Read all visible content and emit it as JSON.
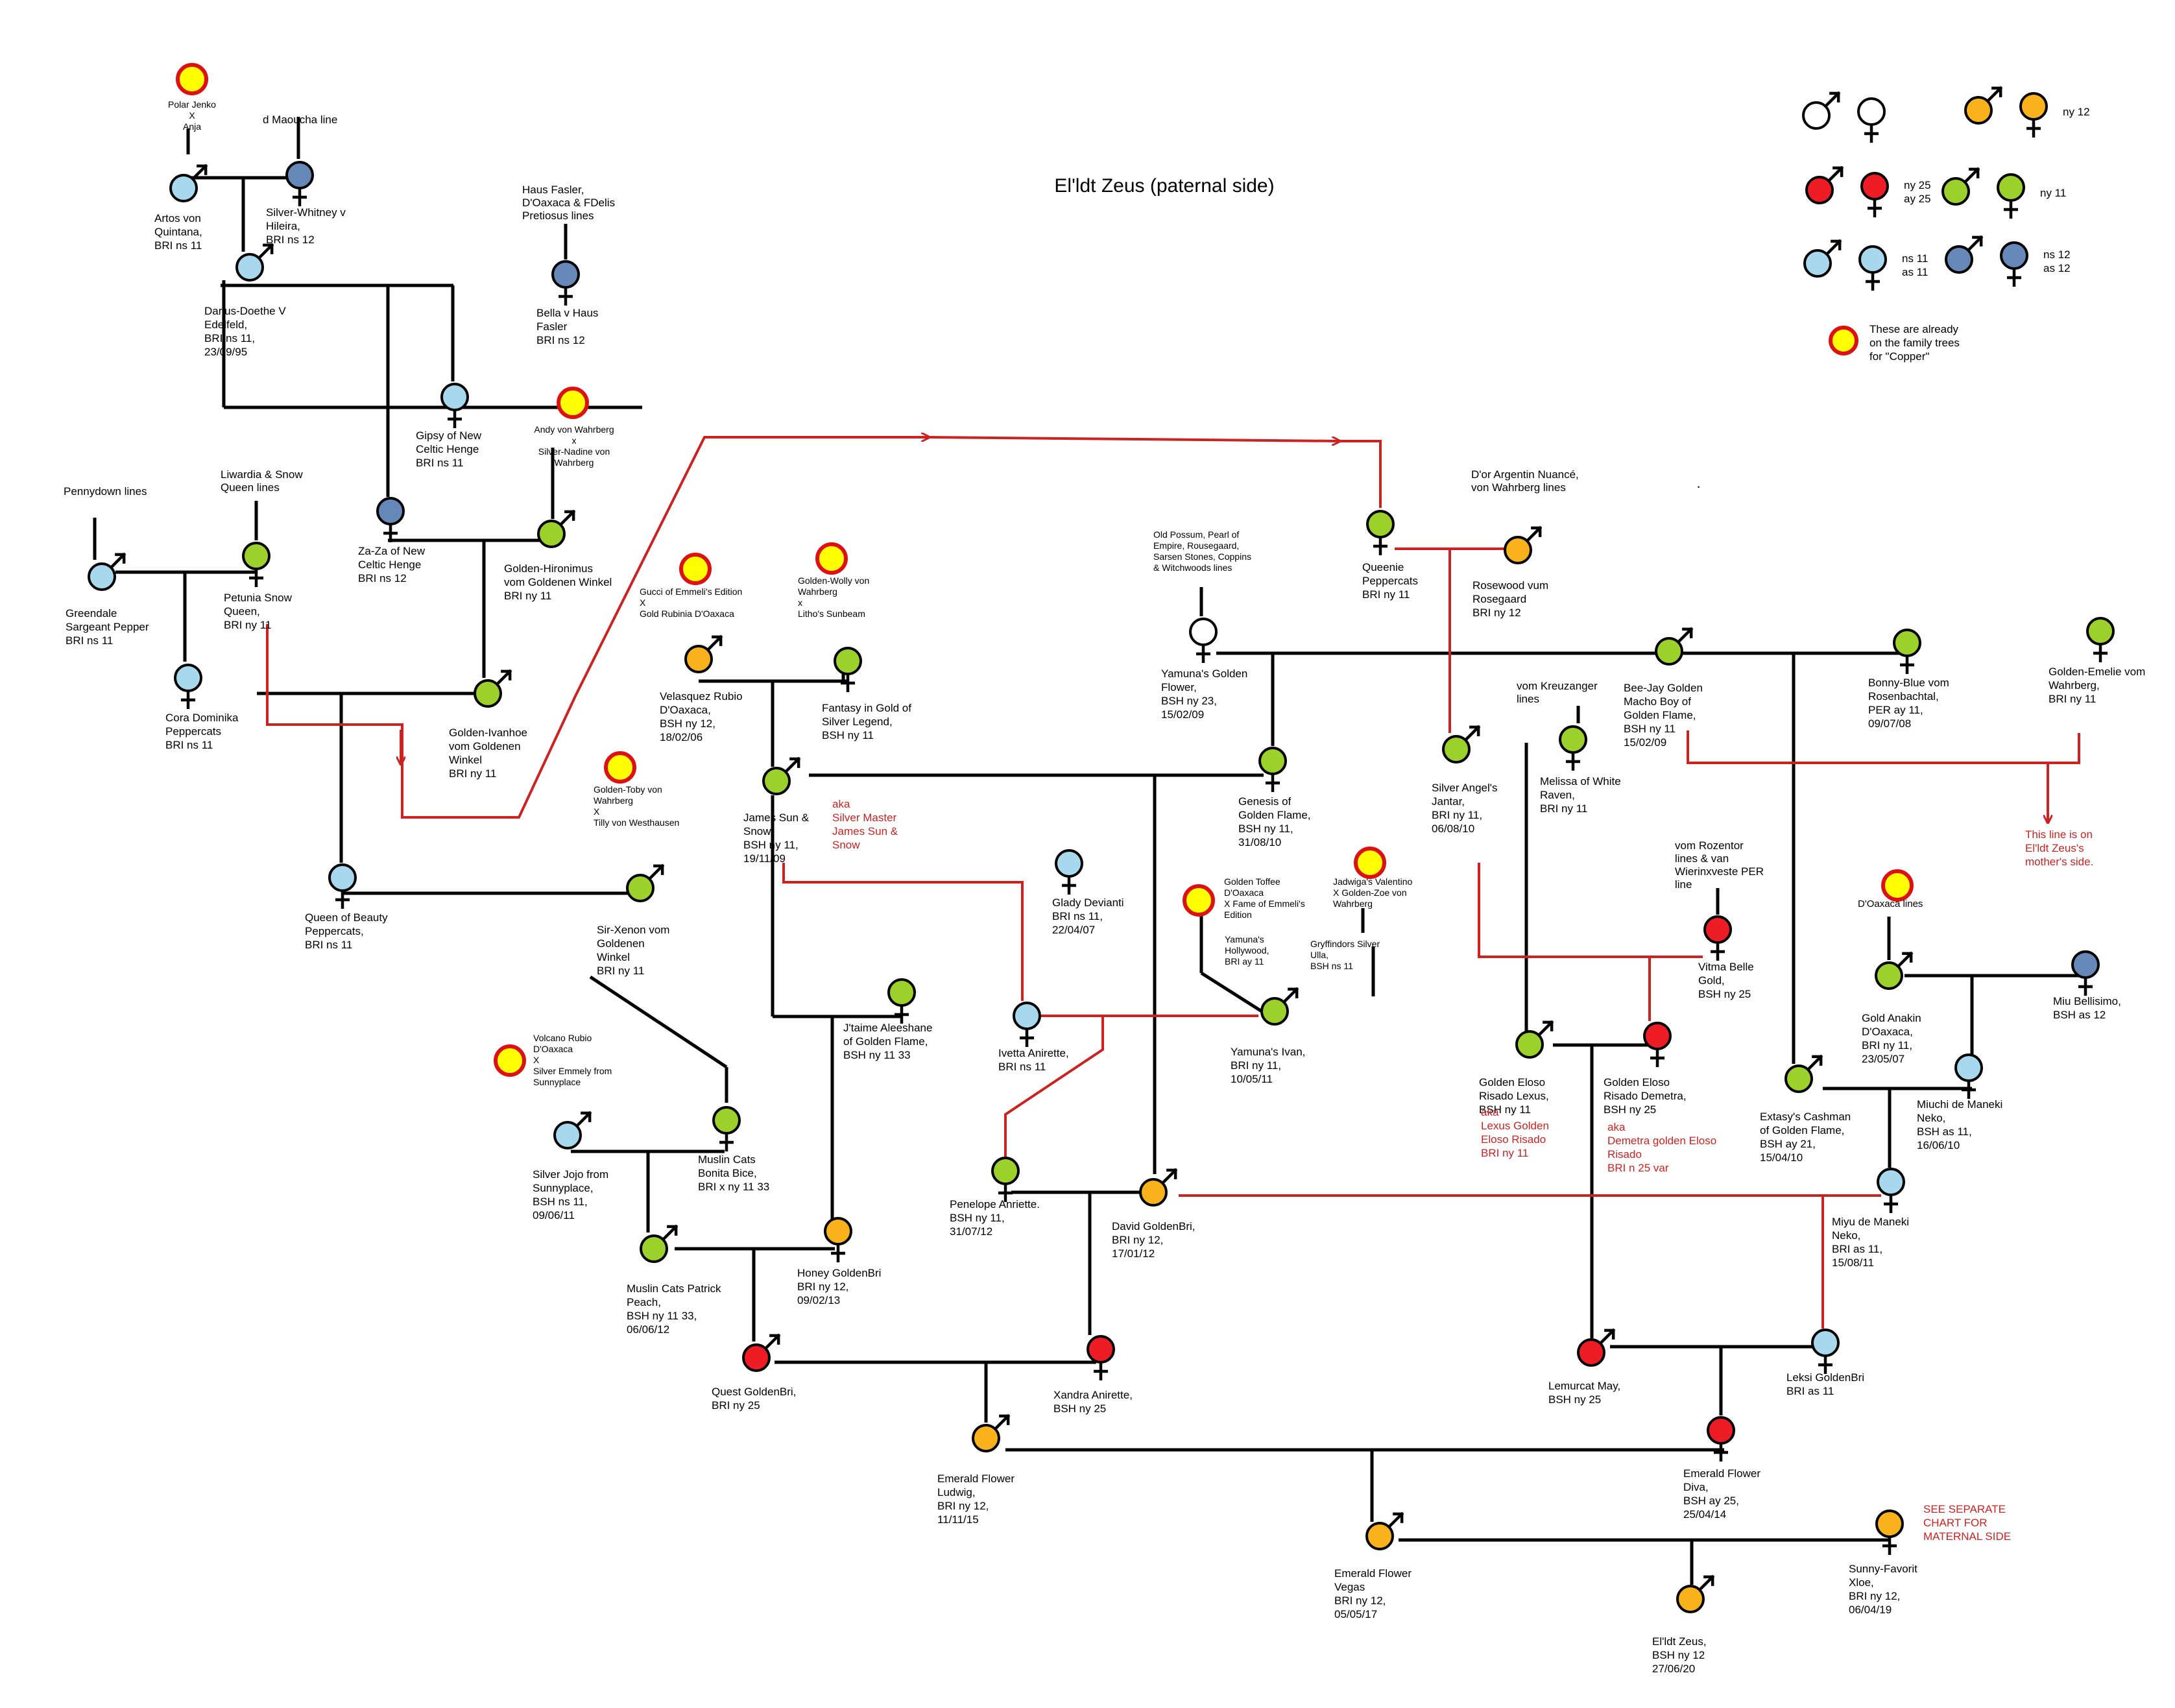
{
  "title": "El'ldt Zeus (paternal side)",
  "colors": {
    "white": "#ffffff",
    "yellow": "#ffff00",
    "orange": "#f9b21c",
    "red": "#ee1c24",
    "lightblue": "#a8d8ee",
    "blue": "#6688b8",
    "green": "#9bd12a",
    "line": "#000000",
    "annotation": "#cc2222",
    "ring": "#dd1111"
  },
  "legend": [
    {
      "color": "white",
      "male": true,
      "female": true,
      "label": []
    },
    {
      "color": "orange",
      "male": true,
      "female": true,
      "label": [
        "ny 12"
      ]
    },
    {
      "color": "red",
      "male": true,
      "female": true,
      "label": [
        "ny 25",
        "ay 25"
      ]
    },
    {
      "color": "green",
      "male": true,
      "female": true,
      "label": [
        "ny 11"
      ]
    },
    {
      "color": "lightblue",
      "male": true,
      "female": true,
      "label": [
        "ns 11",
        "as 11"
      ]
    },
    {
      "color": "blue",
      "male": true,
      "female": true,
      "label": [
        "ns 12",
        "as 12"
      ]
    }
  ],
  "legend_note": [
    "These are already",
    "on the family trees",
    "for \"Copper\""
  ],
  "people": [
    {
      "id": "artos",
      "sex": "m",
      "color": "lightblue",
      "label": [
        "Artos von",
        "Quintana,",
        "BRI ns 11"
      ]
    },
    {
      "id": "silverwhitney",
      "sex": "f",
      "color": "blue",
      "label": [
        "Silver-Whitney v",
        "Hileira,",
        "BRI ns 12"
      ]
    },
    {
      "id": "darius",
      "sex": "m",
      "color": "lightblue",
      "label": [
        "Darius-Doethe V",
        "Edelfeld,",
        "BRI ns 11,",
        "23/09/95"
      ]
    },
    {
      "id": "bella",
      "sex": "f",
      "color": "blue",
      "label": [
        "Bella v Haus",
        "Fasler",
        "BRI ns 12"
      ]
    },
    {
      "id": "gipsy",
      "sex": "f",
      "color": "lightblue",
      "label": [
        "Gipsy of New",
        "Celtic Henge",
        "BRI ns 11"
      ]
    },
    {
      "id": "zaza",
      "sex": "f",
      "color": "blue",
      "label": [
        "Za-Za of New",
        "Celtic Henge",
        "BRI ns 12"
      ]
    },
    {
      "id": "hironimus",
      "sex": "m",
      "color": "green",
      "label": [
        "Golden-Hironimus",
        "vom Goldenen Winkel",
        "BRI ny 11"
      ]
    },
    {
      "id": "greendale",
      "sex": "m",
      "color": "lightblue",
      "label": [
        "Greendale",
        "Sargeant Pepper",
        "BRI ns 11"
      ]
    },
    {
      "id": "petunia",
      "sex": "f",
      "color": "green",
      "label": [
        "Petunia Snow",
        "Queen,",
        "BRI ny 11"
      ]
    },
    {
      "id": "cora",
      "sex": "f",
      "color": "lightblue",
      "label": [
        "Cora Dominika",
        "Peppercats",
        "BRI ns 11"
      ]
    },
    {
      "id": "ivanhoe",
      "sex": "m",
      "color": "green",
      "label": [
        "Golden-Ivanhoe",
        "vom Goldenen",
        "Winkel",
        "BRI ny 11"
      ]
    },
    {
      "id": "queenbeauty",
      "sex": "f",
      "color": "lightblue",
      "label": [
        "Queen of Beauty",
        "Peppercats,",
        "BRI ns 11"
      ]
    },
    {
      "id": "sirxenon",
      "sex": "m",
      "color": "green",
      "label": [
        "Sir-Xenon vom",
        "Goldenen",
        "Winkel",
        "BRI ny 11"
      ]
    },
    {
      "id": "velasquez",
      "sex": "m",
      "color": "orange",
      "label": [
        "Velasquez Rubio",
        "D'Oaxaca,",
        "BSH ny 12,",
        "18/02/06"
      ]
    },
    {
      "id": "fantasy",
      "sex": "f",
      "color": "green",
      "label": [
        "Fantasy in Gold of",
        "Silver Legend,",
        "BSH ny 11"
      ]
    },
    {
      "id": "jamessun",
      "sex": "m",
      "color": "green",
      "label": [
        "James Sun &",
        "Snow",
        "BSH ny 11,",
        "19/11/09"
      ]
    },
    {
      "id": "glady",
      "sex": "f",
      "color": "lightblue",
      "label": [
        "Glady Devianti",
        "BRI ns 11,",
        "22/04/07"
      ]
    },
    {
      "id": "jtaime",
      "sex": "f",
      "color": "green",
      "label": [
        "J'taime Aleeshane",
        "of Golden Flame,",
        "BSH ny 11 33"
      ]
    },
    {
      "id": "ivetta",
      "sex": "f",
      "color": "lightblue",
      "label": [
        "Ivetta Anirette,",
        "BRI ns 11"
      ]
    },
    {
      "id": "yamunaivan",
      "sex": "m",
      "color": "green",
      "label": [
        "Yamuna's Ivan,",
        "BRI ny 11,",
        "10/05/11"
      ]
    },
    {
      "id": "silverjojo",
      "sex": "m",
      "color": "lightblue",
      "label": [
        "Silver Jojo from",
        "Sunnyplace,",
        "BSH ns 11,",
        "09/06/11"
      ]
    },
    {
      "id": "muslinbonita",
      "sex": "f",
      "color": "green",
      "label": [
        "Muslin Cats",
        "Bonita Bice,",
        "BRI x ny 11 33"
      ]
    },
    {
      "id": "muslinpatrick",
      "sex": "m",
      "color": "green",
      "label": [
        "Muslin Cats Patrick",
        "Peach,",
        "BSH ny 11 33,",
        "06/06/12"
      ]
    },
    {
      "id": "honey",
      "sex": "f",
      "color": "orange",
      "label": [
        "Honey GoldenBri",
        "BRI  ny 12,",
        "09/02/13"
      ]
    },
    {
      "id": "penelope",
      "sex": "f",
      "color": "green",
      "label": [
        "Penelope Anriette.",
        "BSH ny 11,",
        "31/07/12"
      ]
    },
    {
      "id": "david",
      "sex": "m",
      "color": "orange",
      "label": [
        "David GoldenBri,",
        "BRI ny 12,",
        "17/01/12"
      ]
    },
    {
      "id": "quest",
      "sex": "m",
      "color": "red",
      "label": [
        "Quest GoldenBri,",
        "BRI ny 25"
      ]
    },
    {
      "id": "xandra",
      "sex": "f",
      "color": "red",
      "label": [
        "Xandra Anirette,",
        "BSH ny 25"
      ]
    },
    {
      "id": "ludwig",
      "sex": "m",
      "color": "orange",
      "label": [
        "Emerald Flower",
        "Ludwig,",
        "BRI ny 12,",
        "11/11/15"
      ]
    },
    {
      "id": "yamunaflower",
      "sex": "f",
      "color": "white",
      "label": [
        "Yamuna's Golden",
        "Flower,",
        "BSH ny 23,",
        "15/02/09"
      ]
    },
    {
      "id": "genesis",
      "sex": "f",
      "color": "green",
      "label": [
        "Genesis of",
        "Golden Flame,",
        "BSH ny 11,",
        "31/08/10"
      ]
    },
    {
      "id": "queenie",
      "sex": "f",
      "color": "green",
      "label": [
        "Queenie",
        "Peppercats",
        "BRI ny 11"
      ]
    },
    {
      "id": "rosewood",
      "sex": "m",
      "color": "orange",
      "label": [
        "Rosewood vum",
        "Rosegaard",
        "BRI ny 12"
      ]
    },
    {
      "id": "beejay",
      "sex": "m",
      "color": "green",
      "label": [
        "Bee-Jay Golden",
        "Macho Boy of",
        "Golden Flame,",
        "BSH ny 11",
        "15/02/09"
      ]
    },
    {
      "id": "bonnyblue",
      "sex": "f",
      "color": "green",
      "label": [
        "Bonny-Blue vom",
        "Rosenbachtal,",
        "PER ay 11,",
        "09/07/08"
      ]
    },
    {
      "id": "goldenemelie",
      "sex": "f",
      "color": "green",
      "label": [
        "Golden-Emelie vom",
        "Wahrberg,",
        "BRI ny 11"
      ]
    },
    {
      "id": "silverangel",
      "sex": "m",
      "color": "green",
      "label": [
        "Silver Angel's",
        "Jantar,",
        "BRI ny 11,",
        "06/08/10"
      ]
    },
    {
      "id": "melissa",
      "sex": "f",
      "color": "green",
      "label": [
        "Melissa of White",
        "Raven,",
        "BRI ny 11"
      ]
    },
    {
      "id": "vitma",
      "sex": "f",
      "color": "red",
      "label": [
        "Vitma Belle",
        "Gold,",
        "BSH ny 25"
      ]
    },
    {
      "id": "lexus",
      "sex": "m",
      "color": "green",
      "label": [
        "Golden Eloso",
        "Risado Lexus,",
        "BSH ny 11"
      ]
    },
    {
      "id": "demetra",
      "sex": "f",
      "color": "red",
      "label": [
        "Golden Eloso",
        "Risado Demetra,",
        "BSH ny 25"
      ]
    },
    {
      "id": "anakin",
      "sex": "m",
      "color": "green",
      "label": [
        "Gold Anakin",
        "D'Oaxaca,",
        "BRI ny 11,",
        "23/05/07"
      ]
    },
    {
      "id": "miubellisimo",
      "sex": "f",
      "color": "blue",
      "label": [
        "Miu Bellisimo,",
        "BSH as 12"
      ]
    },
    {
      "id": "extasy",
      "sex": "m",
      "color": "green",
      "label": [
        "Extasy's Cashman",
        "of Golden Flame,",
        "BSH ay 21,",
        "15/04/10"
      ]
    },
    {
      "id": "miuchi",
      "sex": "f",
      "color": "lightblue",
      "label": [
        "Miuchi de Maneki",
        "Neko,",
        "BSH as 11,",
        "16/06/10"
      ]
    },
    {
      "id": "miyu",
      "sex": "f",
      "color": "lightblue",
      "label": [
        "Miyu de Maneki",
        "Neko,",
        "BRI as 11,",
        "15/08/11"
      ]
    },
    {
      "id": "lemurcat",
      "sex": "m",
      "color": "red",
      "label": [
        "Lemurcat May,",
        "BSH ny 25"
      ]
    },
    {
      "id": "leksi",
      "sex": "f",
      "color": "lightblue",
      "label": [
        "Leksi GoldenBri",
        "BRI as 11"
      ]
    },
    {
      "id": "diva",
      "sex": "f",
      "color": "red",
      "label": [
        "Emerald Flower",
        "Diva,",
        "BSH ay 25,",
        "25/04/14"
      ]
    },
    {
      "id": "vegas",
      "sex": "m",
      "color": "orange",
      "label": [
        "Emerald Flower",
        "Vegas",
        "BRI ny 12,",
        "05/05/17"
      ]
    },
    {
      "id": "zeus",
      "sex": "m",
      "color": "orange",
      "label": [
        "El'ldt Zeus,",
        "BSH ny 12",
        "27/06/20"
      ]
    },
    {
      "id": "sunny",
      "sex": "f",
      "color": "orange",
      "label": [
        "Sunny-Favorit",
        "Xloe,",
        "BRI ny 12,",
        "06/04/19"
      ]
    }
  ],
  "line_texts": [
    {
      "id": "polarjenko",
      "lines": [
        "Polar Jenko",
        "X",
        "Anja"
      ]
    },
    {
      "id": "maoucha",
      "lines": [
        "d Maoucha line"
      ]
    },
    {
      "id": "hausfasler",
      "lines": [
        "Haus Fasler,",
        "D'Oaxaca & FDelis",
        "Pretiosus lines"
      ]
    },
    {
      "id": "andyvon",
      "lines": [
        "Andy von Wahrberg",
        "x",
        "Silver-Nadine von",
        "Wahrberg"
      ]
    },
    {
      "id": "pennydown",
      "lines": [
        "Pennydown lines"
      ]
    },
    {
      "id": "liwardia",
      "lines": [
        "Liwardia & Snow",
        "Queen lines"
      ]
    },
    {
      "id": "gucci",
      "lines": [
        "Gucci of Emmeli's Edition",
        "X",
        "Gold Rubinia D'Oaxaca"
      ]
    },
    {
      "id": "goldenwolly",
      "lines": [
        "Golden-Wolly von",
        "Wahrberg",
        "x",
        "Litho's Sunbeam"
      ]
    },
    {
      "id": "goldentoby",
      "lines": [
        "Golden-Toby von",
        "Wahrberg",
        "X",
        "Tilly von Westhausen"
      ]
    },
    {
      "id": "volcano",
      "lines": [
        "Volcano Rubio",
        "D'Oaxaca",
        "X",
        "Silver Emmely from",
        "Sunnyplace"
      ]
    },
    {
      "id": "goldentoffee",
      "lines": [
        "Golden Toffee",
        "D'Oaxaca",
        "X Fame of Emmeli's",
        "Edition"
      ]
    },
    {
      "id": "yamunahollywood",
      "lines": [
        "Yamuna's",
        "Hollywood,",
        "BRI ay 11"
      ]
    },
    {
      "id": "jadwiga",
      "lines": [
        "Jadwiga's Valentino",
        "X Golden-Zoe von",
        "Wahrberg"
      ]
    },
    {
      "id": "gryffindors",
      "lines": [
        "Gryffindors Silver",
        "Ulla,",
        "BSH ns 11"
      ]
    },
    {
      "id": "oldpossum",
      "lines": [
        "Old Possum, Pearl of",
        "Empire, Rousegaard,",
        "Sarsen Stones, Coppins",
        "& Witchwoods lines"
      ]
    },
    {
      "id": "dorargentin",
      "lines": [
        "D'or Argentin Nuancé,",
        "von Wahrberg lines"
      ]
    },
    {
      "id": "vomkreuzanger",
      "lines": [
        "vom Kreuzanger",
        "lines"
      ]
    },
    {
      "id": "vomrozentor",
      "lines": [
        "vom Rozentor",
        "lines & van",
        "Wierinxveste PER",
        "line"
      ]
    },
    {
      "id": "doaxacalines",
      "lines": [
        "D'Oaxaca lines"
      ]
    }
  ],
  "notes": [
    {
      "id": "aka-james",
      "lines": [
        "aka",
        "Silver Master",
        "James Sun &",
        "Snow"
      ]
    },
    {
      "id": "aka-lexus",
      "lines": [
        "aka",
        "Lexus Golden",
        "Eloso Risado",
        "BRI ny 11"
      ]
    },
    {
      "id": "aka-demetra",
      "lines": [
        "aka",
        "Demetra golden Eloso",
        "Risado",
        "BRI n 25 var"
      ]
    },
    {
      "id": "mothers-side",
      "lines": [
        "This line is on",
        "El'ldt Zeus's",
        "mother's side."
      ]
    },
    {
      "id": "see-separate",
      "lines": [
        "SEE SEPARATE",
        "CHART FOR",
        "MATERNAL SIDE"
      ]
    }
  ],
  "copper_marks": [
    "polarjenko",
    "andyvon",
    "gucci",
    "goldenwolly",
    "goldentoby",
    "volcano",
    "goldentoffee",
    "jadwiga",
    "doaxacalines"
  ],
  "stray_dot": "·"
}
